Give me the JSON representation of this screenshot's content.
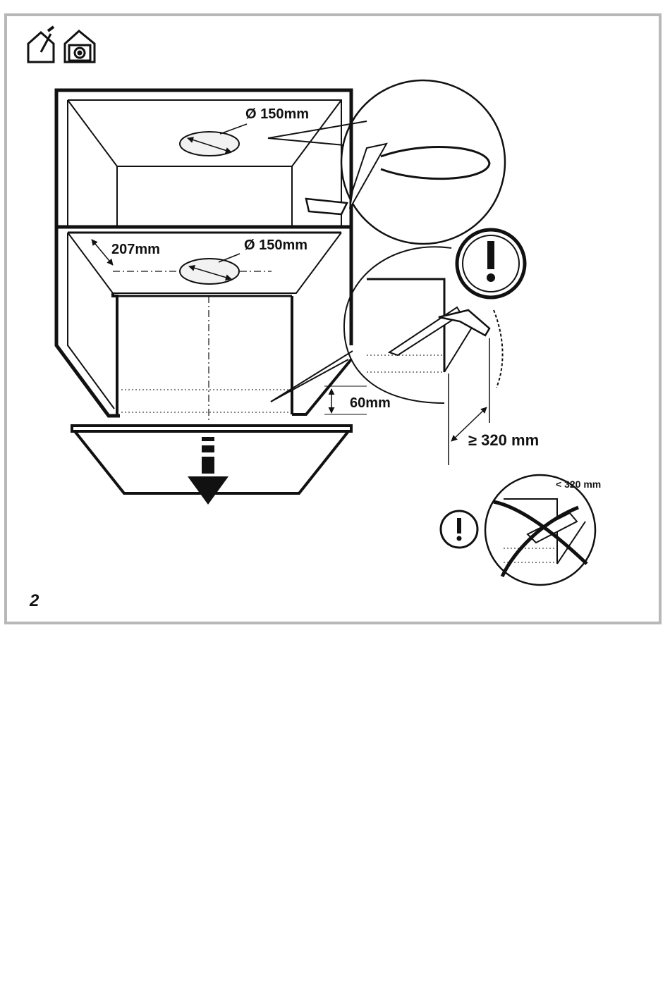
{
  "figure_number": "2",
  "labels": {
    "top_hole_diameter": "Ø 150mm",
    "mid_hole_diameter": "Ø 150mm",
    "depth": "207mm",
    "cut_height": "60mm",
    "min_clearance": "≥ 320 mm",
    "bad_clearance": "< 320 mm"
  },
  "icons": {
    "left": "house-tools-icon",
    "right": "house-fan-icon",
    "warning": "exclamation-icon"
  },
  "colors": {
    "frame": "#b8b8b8",
    "ink": "#111111"
  }
}
